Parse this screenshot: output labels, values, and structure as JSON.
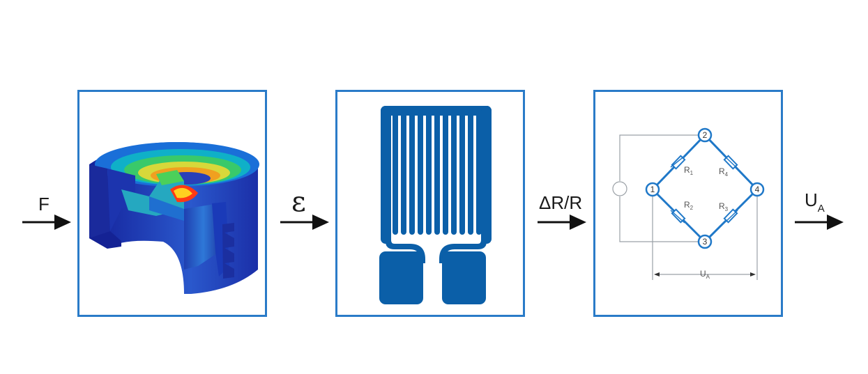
{
  "labels": {
    "input_force": "F",
    "strain": "ε",
    "resistance_change": "ΔR/R",
    "output_voltage_main": "U",
    "output_voltage_sub": "A"
  },
  "bridge": {
    "nodes": [
      "1",
      "2",
      "3",
      "4"
    ],
    "resistors": [
      {
        "main": "R",
        "sub": "1"
      },
      {
        "main": "R",
        "sub": "4"
      },
      {
        "main": "R",
        "sub": "2"
      },
      {
        "main": "R",
        "sub": "3"
      }
    ],
    "output_main": "U",
    "output_sub": "A"
  },
  "colors": {
    "frame": "#2a7bc8",
    "gauge": "#0b5fa8",
    "arrow": "#111111"
  }
}
